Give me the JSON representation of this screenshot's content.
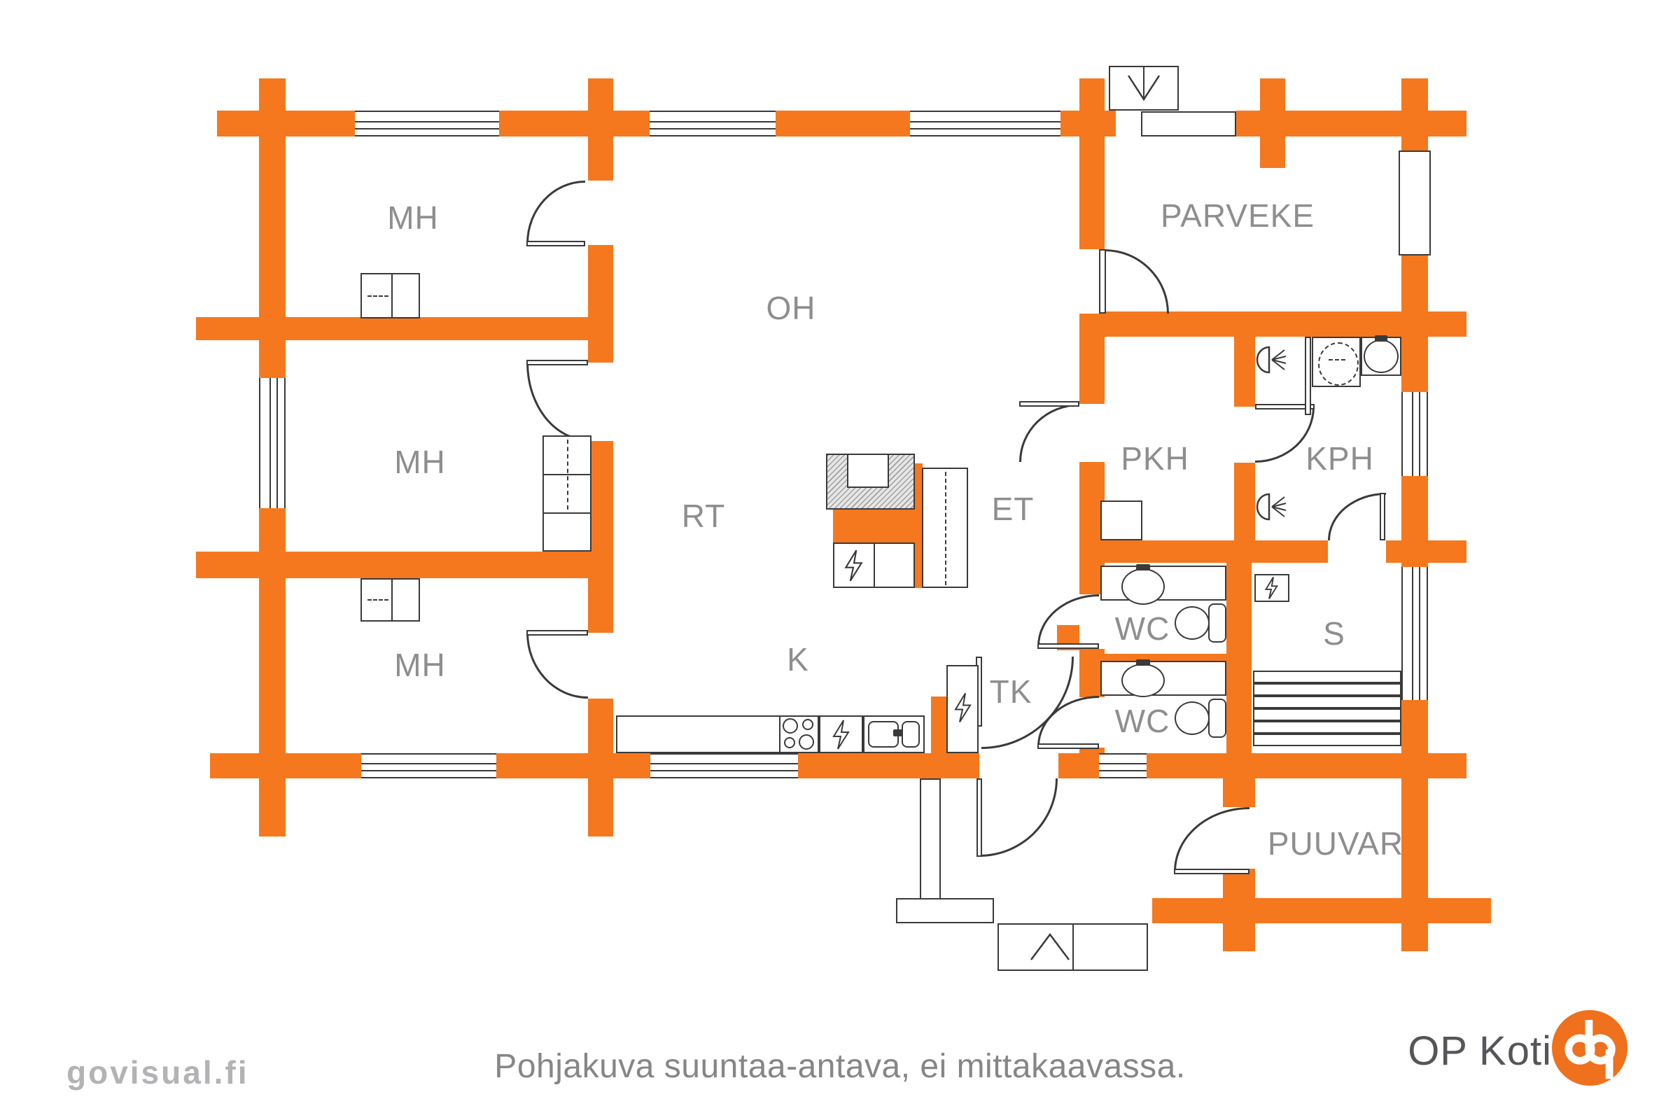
{
  "title": "Pohjakuva (floor plan)",
  "colors": {
    "wall_orange": "#F5781E",
    "line_dark": "#3A3A3A",
    "room_label_gray": "#8E8E8E",
    "disclaimer_gray": "#868686",
    "watermark_gray": "#B3B3B6",
    "brand_text_gray": "#55555A",
    "brand_logo_orange": "#EF701D"
  },
  "rooms": [
    {
      "id": "mh-top",
      "label": "MH"
    },
    {
      "id": "mh-middle",
      "label": "MH"
    },
    {
      "id": "mh-bottom",
      "label": "MH"
    },
    {
      "id": "oh",
      "label": "OH"
    },
    {
      "id": "rt",
      "label": "RT"
    },
    {
      "id": "et",
      "label": "ET"
    },
    {
      "id": "k",
      "label": "K"
    },
    {
      "id": "tk",
      "label": "TK"
    },
    {
      "id": "pkh",
      "label": "PKH"
    },
    {
      "id": "kph",
      "label": "KPH"
    },
    {
      "id": "wc-upper",
      "label": "WC"
    },
    {
      "id": "wc-lower",
      "label": "WC"
    },
    {
      "id": "sauna",
      "label": "S"
    },
    {
      "id": "parveke",
      "label": "PARVEKE"
    },
    {
      "id": "puuvar",
      "label": "PUUVAR"
    }
  ],
  "icons": {
    "electrical": "lightning-bolt-icon",
    "shower": "shower-spray-icon",
    "vent_top": "chevron-down-icon",
    "entrance": "chevron-up-icon",
    "brand_logo": "op-group-logo-icon"
  },
  "footer": {
    "watermark": "govisual.fi",
    "disclaimer": "Pohjakuva suuntaa-antava, ei mittakaavassa.",
    "brand": "OP Koti"
  }
}
